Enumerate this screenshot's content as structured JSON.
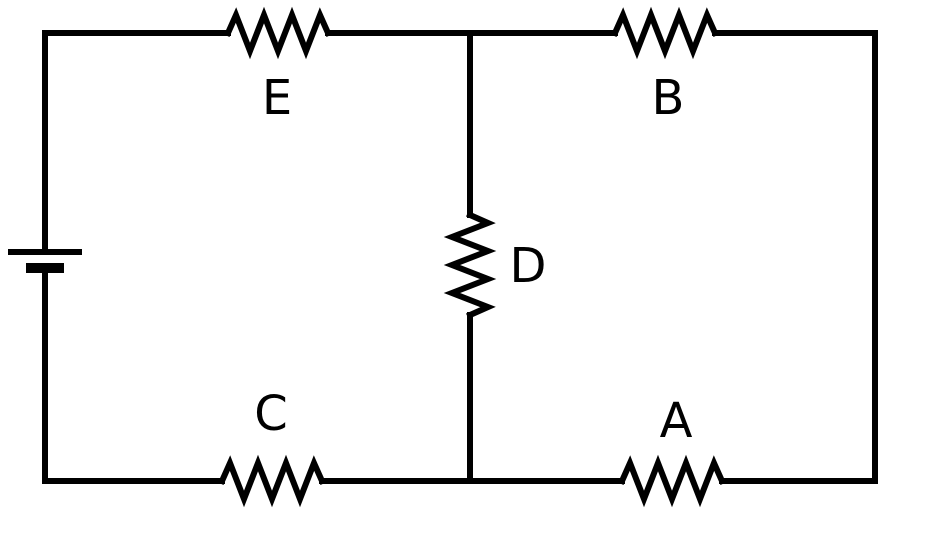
{
  "page": {
    "background_color": "#ffffff"
  },
  "circuit": {
    "stroke_color": "#000000",
    "components": [
      "battery",
      "resistor-e",
      "resistor-b",
      "resistor-d",
      "resistor-c",
      "resistor-a"
    ],
    "labels": {
      "resistor_e": "E",
      "resistor_b": "B",
      "resistor_d": "D",
      "resistor_c": "C",
      "resistor_a": "A"
    }
  }
}
